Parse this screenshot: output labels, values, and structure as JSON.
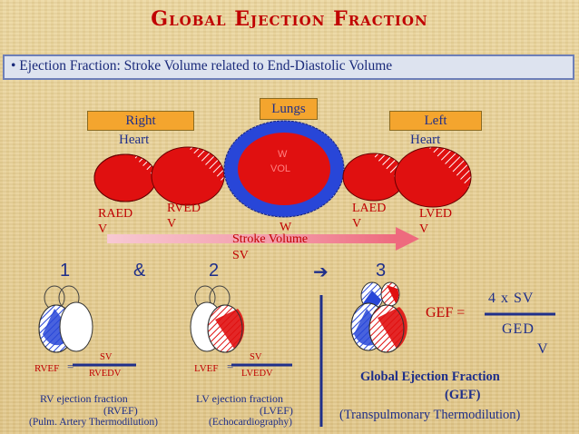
{
  "title": "Global Ejection Fraction",
  "bullet": "• Ejection Fraction: Stroke Volume related to End-Diastolic Volume",
  "labels": {
    "right_heart_1": "Right",
    "right_heart_2": "Heart",
    "lungs": "Lungs",
    "left_heart_1": "Left",
    "left_heart_2": "Heart",
    "lung_w": "W",
    "lung_vol": "VOL",
    "w_bottom": "W",
    "raed_1": "RAED",
    "raed_2": "V",
    "rved_1": "RVED",
    "rved_2": "V",
    "laed_1": "LAED",
    "laed_2": "V",
    "lved_1": "LVED",
    "lved_2": "V",
    "stroke_volume_1": "Stroke Volume",
    "stroke_volume_2": "SV"
  },
  "steps": {
    "one": "1",
    "amp": "&",
    "two": "2",
    "arrow": "➔",
    "three": "3"
  },
  "rvef": {
    "name": "RVEF",
    "eq": "=",
    "num": "SV",
    "den": "RVEDV",
    "caption_1": "RV ejection fraction",
    "caption_2": "(RVEF)",
    "caption_3": "(Pulm. Artery Thermodilution)"
  },
  "lvef": {
    "name": "LVEF",
    "eq": "=",
    "num": "SV",
    "den": "LVEDV",
    "caption_1": "LV ejection fraction",
    "caption_2": "(LVEF)",
    "caption_3": "(Echocardiography)"
  },
  "gef": {
    "lhs": "GEF =",
    "num": "4 x SV",
    "den_1": "GED",
    "den_2": "V",
    "caption_1": "Global Ejection Fraction",
    "caption_2": "(GEF)",
    "caption_3": "(Transpulmonary Thermodilution)"
  },
  "colors": {
    "title_red": "#c00000",
    "text_blue": "#1f2f8a",
    "chamber_red": "#e01010",
    "lung_blue": "#2846d8",
    "box_orange": "#f4a52e"
  }
}
